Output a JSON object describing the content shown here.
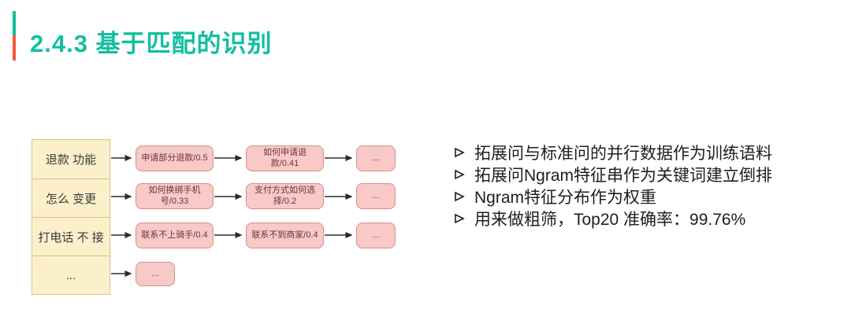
{
  "slide": {
    "title": "2.4.3 基于匹配的识别"
  },
  "colors": {
    "title_teal": "#12bfa2",
    "bar_orange": "#f4583b",
    "intent_fill": "#fbf0cb",
    "intent_border": "#e0c27c",
    "match_fill": "#f7c9c7",
    "match_border": "#d98e8c",
    "match_text": "#6b3636",
    "arrow_color": "#2b2b2b"
  },
  "diagram": {
    "intent_rows": [
      {
        "intent": "退款 功能",
        "match1": "申请部分退款/0.5",
        "match2": "如何申请退款/0.41",
        "more": "..."
      },
      {
        "intent": "怎么 变更",
        "match1": "如何换绑手机号/0.33",
        "match2": "支付方式如何选择/0.2",
        "more": "..."
      },
      {
        "intent": "打电话 不 接",
        "match1": "联系不上骑手/0.4",
        "match2": "联系不到商家/0.4",
        "more": "..."
      },
      {
        "intent": "...",
        "match1": "..."
      }
    ]
  },
  "bullets": {
    "marker_icon": "arrow-bullet ➢",
    "items": [
      "拓展问与标准问的并行数据作为训练语料",
      "拓展问Ngram特征串作为关键词建立倒排",
      "Ngram特征分布作为权重",
      "用来做粗筛，Top20 准确率：99.76%"
    ]
  }
}
